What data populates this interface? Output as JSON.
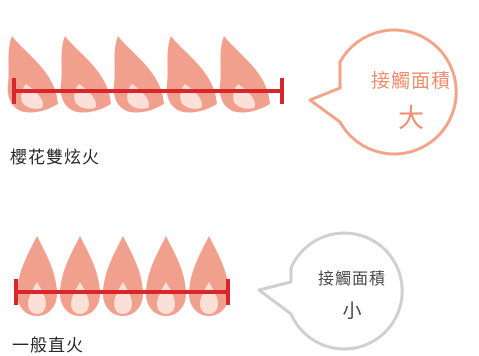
{
  "top_diagram": {
    "caption": "櫻花雙炫火",
    "bubble_line1": "接觸面積",
    "bubble_line2": "大"
  },
  "bottom_diagram": {
    "caption": "一般直火",
    "bubble_line1": "接觸面積",
    "bubble_line2": "小"
  },
  "colors": {
    "flame_outer": "#f2a08e",
    "flame_inner": "#fbe0d8",
    "bar": "#d9262c",
    "bubble_large_outline": "#f3a386",
    "bubble_large_text": "#ef8e6e",
    "bubble_small_outline": "#cfcfcf",
    "bubble_small_text": "#4a4a4a"
  }
}
